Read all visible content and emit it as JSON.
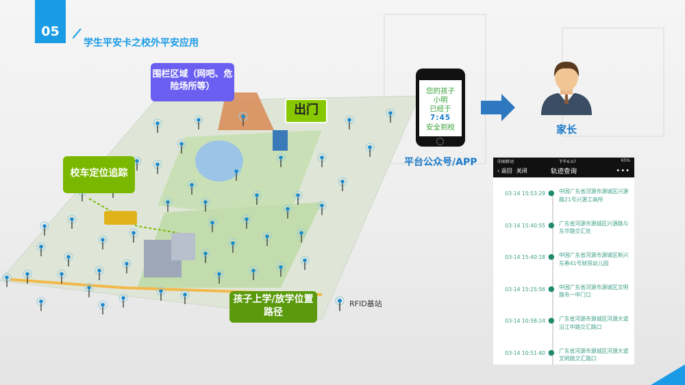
{
  "header": {
    "section_number": "05",
    "title": "学生平安卡之校外平安应用"
  },
  "map": {
    "callouts": {
      "fence": "围栏区域（网吧、危险场所等）",
      "exit": "出门",
      "bus": "校车定位追踪",
      "route": "孩子上学/放学位置路径"
    },
    "legend_label": "RFID基站"
  },
  "phone": {
    "line1": "您的孩子",
    "line2": "小明",
    "line3": "已经于",
    "time": "7:45",
    "line4": "安全到校"
  },
  "app_label": "平台公众号/APP",
  "parent_label": "家长",
  "colors": {
    "accent": "#1a9be6",
    "fence": "#6a5ff0",
    "green": "#5a9a0c",
    "track": "#3b9e86"
  },
  "track_panel": {
    "status": {
      "carrier": "中国移动",
      "time": "下午6:07",
      "battery": "65%"
    },
    "back": "返回",
    "close": "关闭",
    "title": "轨迹查询",
    "more": "•••",
    "items": [
      {
        "time": "03-14 15:53:29",
        "address": "中国广东省河源市源城区兴源路21号兴源工商所"
      },
      {
        "time": "03-14 15:40:55",
        "address": "广东省河源市源城区兴源路与东华路交汇处"
      },
      {
        "time": "03-14 15:40:18",
        "address": "中国广东省河源市源城区新兴东巷41号财贸幼儿园"
      },
      {
        "time": "03-14 15:25:56",
        "address": "中国广东省河源市源城区文明路市一中门口"
      },
      {
        "time": "03-14 10:58:24",
        "address": "广东省河源市源城区河源大道沿江中路交汇路口"
      },
      {
        "time": "03-14 10:51:40",
        "address": "广东省河源市源城区河源大道文明路交汇路口"
      }
    ]
  }
}
